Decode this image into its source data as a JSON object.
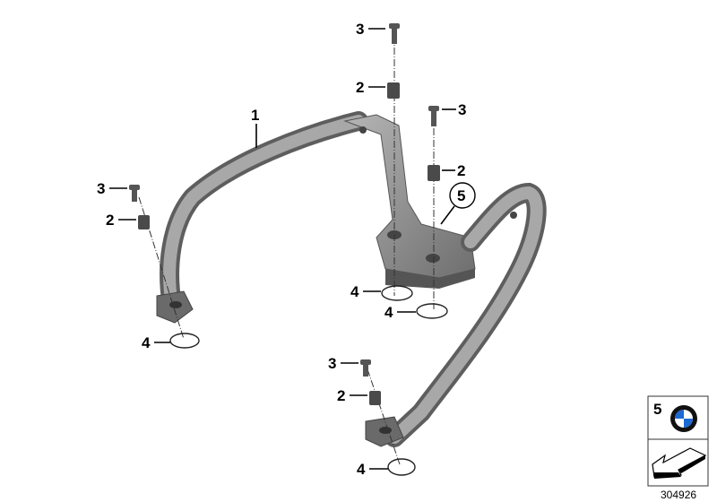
{
  "diagram": {
    "callouts": [
      {
        "id": "3a",
        "text": "3"
      },
      {
        "id": "2a",
        "text": "2"
      },
      {
        "id": "1",
        "text": "1"
      },
      {
        "id": "3b",
        "text": "3"
      },
      {
        "id": "2b",
        "text": "2"
      },
      {
        "id": "5",
        "text": "5"
      },
      {
        "id": "3c",
        "text": "3"
      },
      {
        "id": "2c",
        "text": "2"
      },
      {
        "id": "4a",
        "text": "4"
      },
      {
        "id": "4b",
        "text": "4"
      },
      {
        "id": "4c",
        "text": "4"
      },
      {
        "id": "3d",
        "text": "3"
      },
      {
        "id": "2d",
        "text": "2"
      },
      {
        "id": "4d",
        "text": "4"
      }
    ],
    "legend_box": {
      "item_number": "5",
      "logo": "BMW roundel",
      "arrow_icon": "arrow-icon"
    },
    "image_number": "304926",
    "colors": {
      "part": "#8c8c8c",
      "part_dark": "#5e5e5e",
      "blue": "#1c69d4"
    }
  }
}
